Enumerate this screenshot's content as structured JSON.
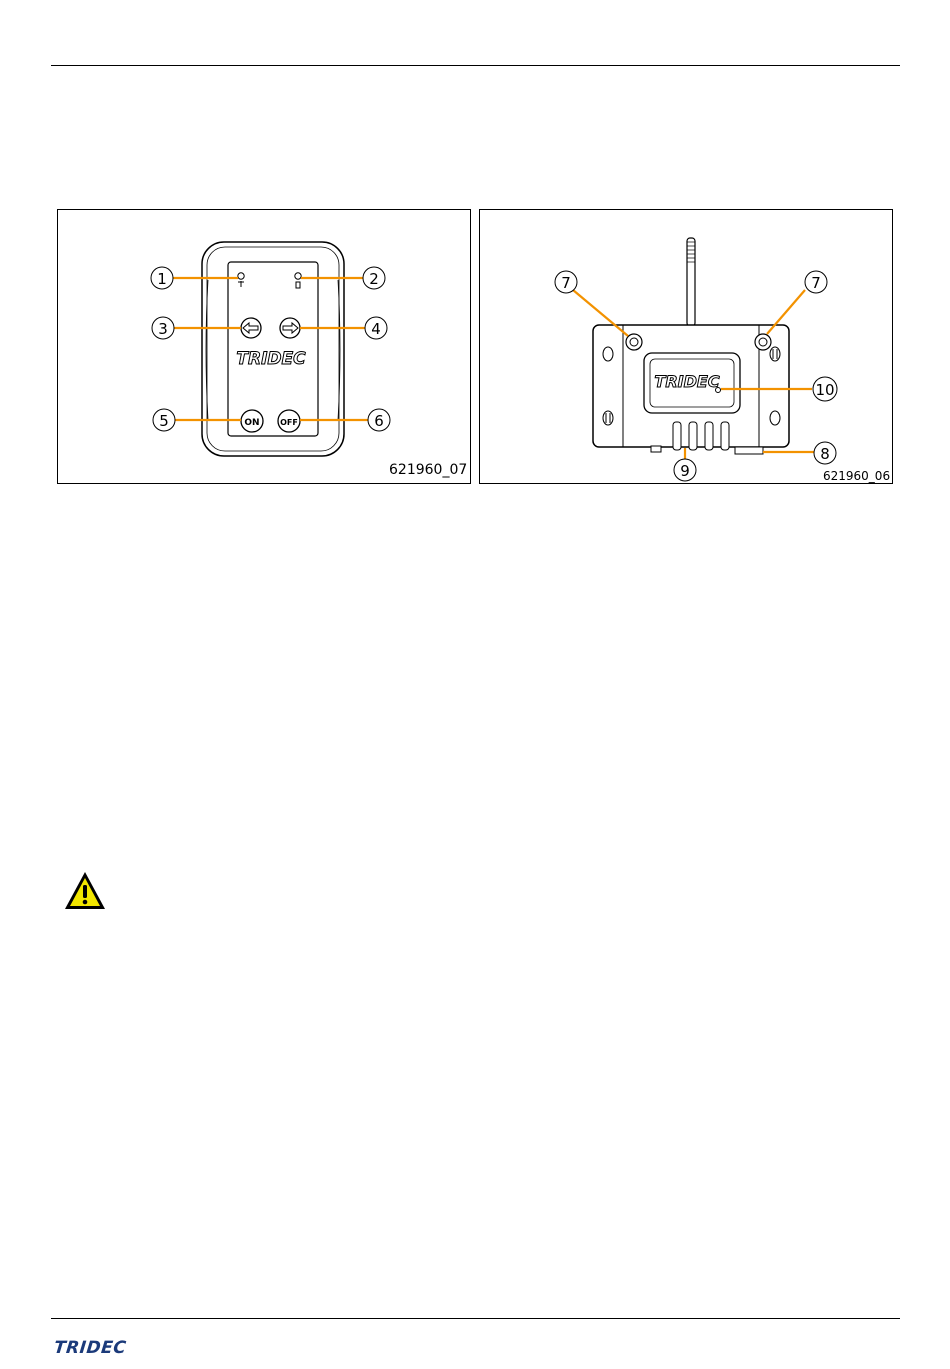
{
  "figure_left": {
    "code": "621960_07",
    "brand": "TRIDEC",
    "callouts": [
      "1",
      "2",
      "3",
      "4",
      "5",
      "6"
    ],
    "button_on": "ON",
    "button_off": "OFF"
  },
  "figure_right": {
    "code": "621960_06",
    "brand": "TRIDEC",
    "callouts": [
      "7",
      "7",
      "10",
      "8",
      "9"
    ]
  },
  "footer": {
    "logo": "TRIDEC"
  },
  "colors": {
    "callout_line": "#f39200",
    "logo": "#1b3a7a",
    "warning_fill": "#f2e600"
  },
  "icons": [
    "warning-triangle-icon"
  ]
}
